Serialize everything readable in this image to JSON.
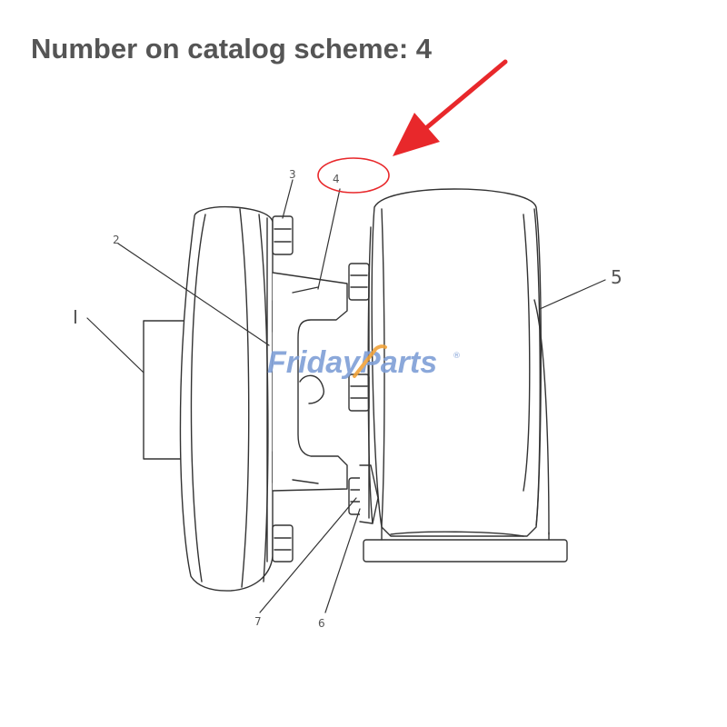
{
  "heading": "Number on catalog scheme: 4",
  "callouts": {
    "c1": "I",
    "c2": "2",
    "c3": "3",
    "c4": "4",
    "c5": "5",
    "c6": "6",
    "c7": "7"
  },
  "watermark": {
    "part_a": "Friday",
    "part_b": "Parts",
    "mark": "®"
  },
  "colors": {
    "heading": "#555555",
    "line": "#333333",
    "highlight": "#e8282b",
    "watermark_blue": "#7f9fd6",
    "watermark_orange": "#f0a23a"
  }
}
